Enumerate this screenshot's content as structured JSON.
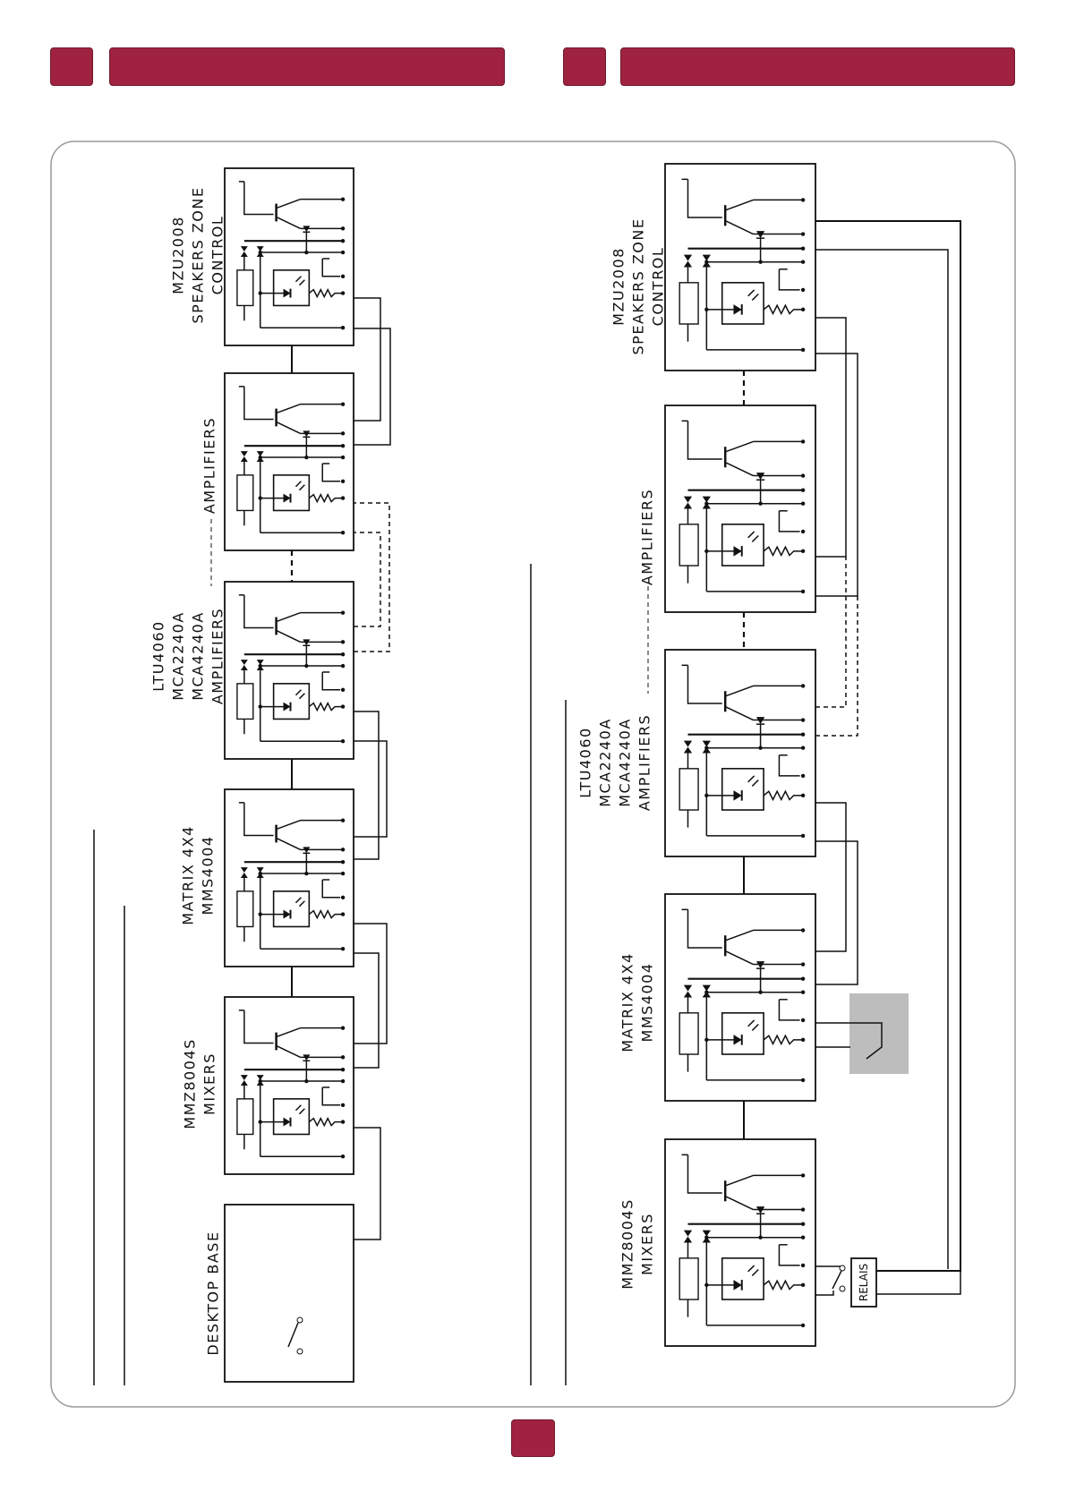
{
  "header": {
    "accent_color": "#9f2340"
  },
  "diagram": {
    "left_panel": {
      "modules": [
        {
          "label_lines": [
            "DESKTOP BASE"
          ]
        },
        {
          "label_lines": [
            "MMZ8004S",
            "MIXERS"
          ]
        },
        {
          "label_lines": [
            "MATRIX 4X4",
            "MMS4004"
          ]
        },
        {
          "label_lines": [
            "LTU4060",
            "MCA2240A",
            "MCA4240A",
            "AMPLIFIERS"
          ]
        },
        {
          "label_lines": [
            "AMPLIFIERS"
          ]
        },
        {
          "label_lines": [
            "MZU2008",
            "SPEAKERS ZONE",
            "CONTROL"
          ]
        }
      ]
    },
    "right_panel": {
      "modules": [
        {
          "label_lines": [
            "MMZ8004S",
            "MIXERS"
          ]
        },
        {
          "label_lines": [
            "MATRIX 4X4",
            "MMS4004"
          ]
        },
        {
          "label_lines": [
            "LTU4060",
            "MCA2240A",
            "MCA4240A",
            "AMPLIFIERS"
          ]
        },
        {
          "label_lines": [
            "AMPLIFIERS"
          ]
        },
        {
          "label_lines": [
            "MZU2008",
            "SPEAKERS ZONE",
            "CONTROL"
          ]
        }
      ],
      "relay_label": "RELAIS"
    }
  },
  "footer": {
    "page_tab_color": "#9f2340"
  }
}
